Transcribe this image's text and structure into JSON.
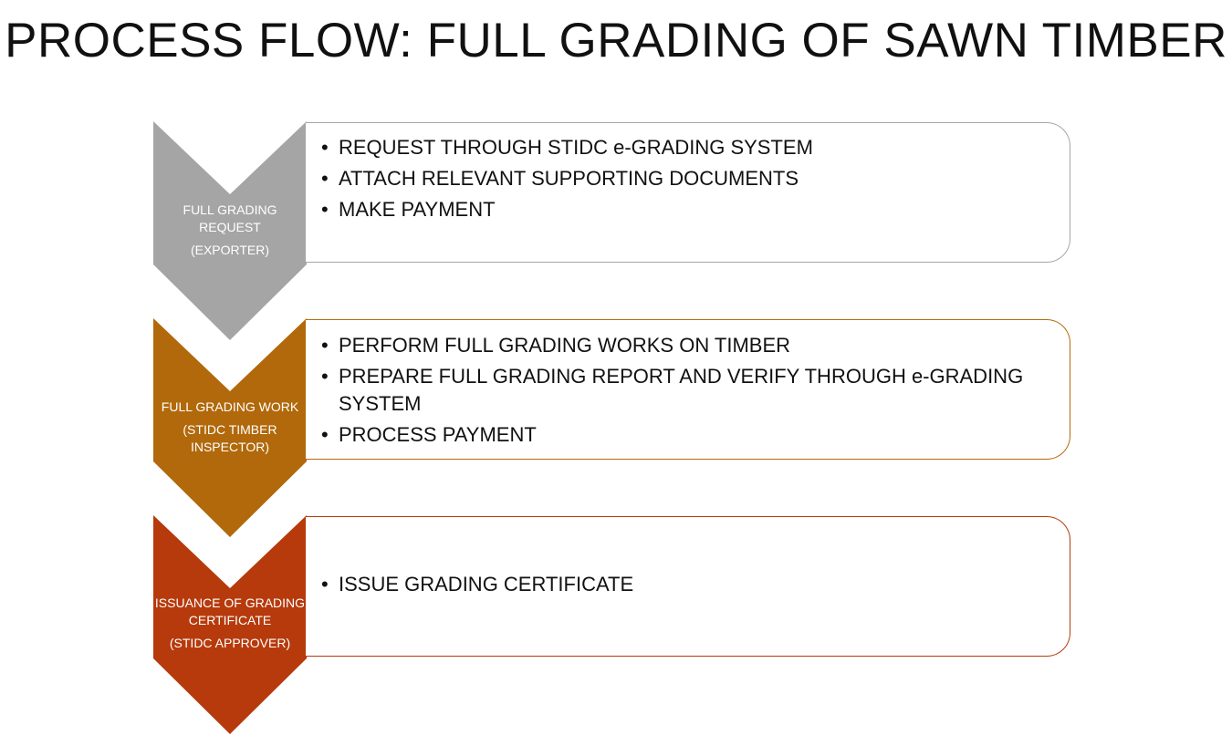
{
  "title": "PROCESS FLOW: FULL GRADING OF SAWN TIMBER",
  "steps": [
    {
      "name": "FULL GRADING REQUEST",
      "role": "(EXPORTER)",
      "color": "#a5a5a5",
      "border": "#a6a6a6",
      "bullets": [
        "REQUEST THROUGH STIDC e-GRADING SYSTEM",
        "ATTACH RELEVANT SUPPORTING DOCUMENTS",
        "MAKE PAYMENT"
      ]
    },
    {
      "name": "FULL GRADING WORK",
      "role": "(STIDC TIMBER INSPECTOR)",
      "color": "#b1690b",
      "border": "#b46a0c",
      "bullets": [
        "PERFORM FULL GRADING WORKS ON TIMBER",
        "PREPARE FULL GRADING REPORT AND VERIFY THROUGH e-GRADING SYSTEM",
        "PROCESS PAYMENT"
      ]
    },
    {
      "name": "ISSUANCE OF GRADING CERTIFICATE",
      "role": "(STIDC APPROVER)",
      "color": "#b63a0c",
      "border": "#b63a0c",
      "bullets": [
        "ISSUE GRADING CERTIFICATE"
      ]
    }
  ]
}
